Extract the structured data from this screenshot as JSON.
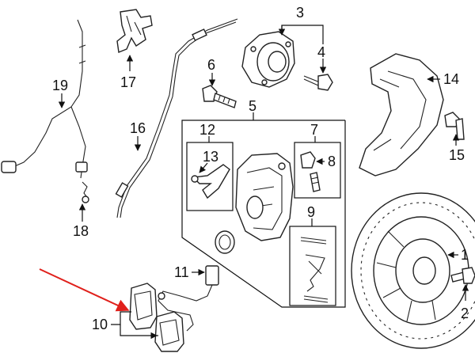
{
  "callouts": {
    "c1": "1",
    "c2": "2",
    "c3": "3",
    "c4": "4",
    "c5": "5",
    "c6": "6",
    "c7": "7",
    "c8": "8",
    "c9": "9",
    "c10": "10",
    "c11": "11",
    "c12": "12",
    "c13": "13",
    "c14": "14",
    "c15": "15",
    "c16": "16",
    "c17": "17",
    "c18": "18",
    "c19": "19"
  },
  "colors": {
    "line": "#222222",
    "highlight_arrow": "#e0201b",
    "background": "#ffffff"
  }
}
